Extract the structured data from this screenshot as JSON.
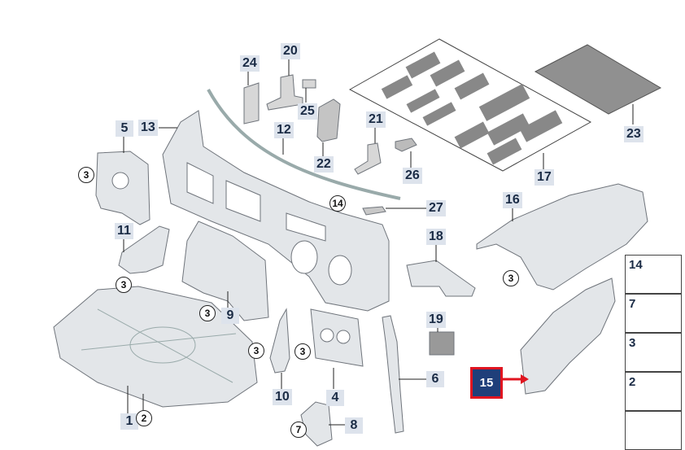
{
  "callouts": {
    "c24": "24",
    "c20": "20",
    "c25": "25",
    "c12": "12",
    "c22": "22",
    "c21": "21",
    "c26": "26",
    "c17": "17",
    "c23": "23",
    "c5": "5",
    "c13": "13",
    "c11": "11",
    "c16": "16",
    "c27": "27",
    "c18": "18",
    "c9": "9",
    "c19": "19",
    "c6": "6",
    "c1": "1",
    "c10": "10",
    "c4": "4",
    "c8": "8"
  },
  "circled": {
    "r3a": "3",
    "r3b": "3",
    "r14": "14",
    "r3c": "3",
    "r3d": "3",
    "r3e": "3",
    "r3f": "3",
    "r2": "2",
    "r7": "7"
  },
  "highlight": "15",
  "legend": {
    "l14": "14",
    "l7": "7",
    "l3": "3",
    "l2": "2"
  },
  "colors": {
    "callout_bg": "#dde3ec",
    "highlight_bg": "#1f3f7a",
    "highlight_border": "#e01520",
    "part_fill": "#dfe2e6",
    "part_stroke": "#6f747b"
  }
}
